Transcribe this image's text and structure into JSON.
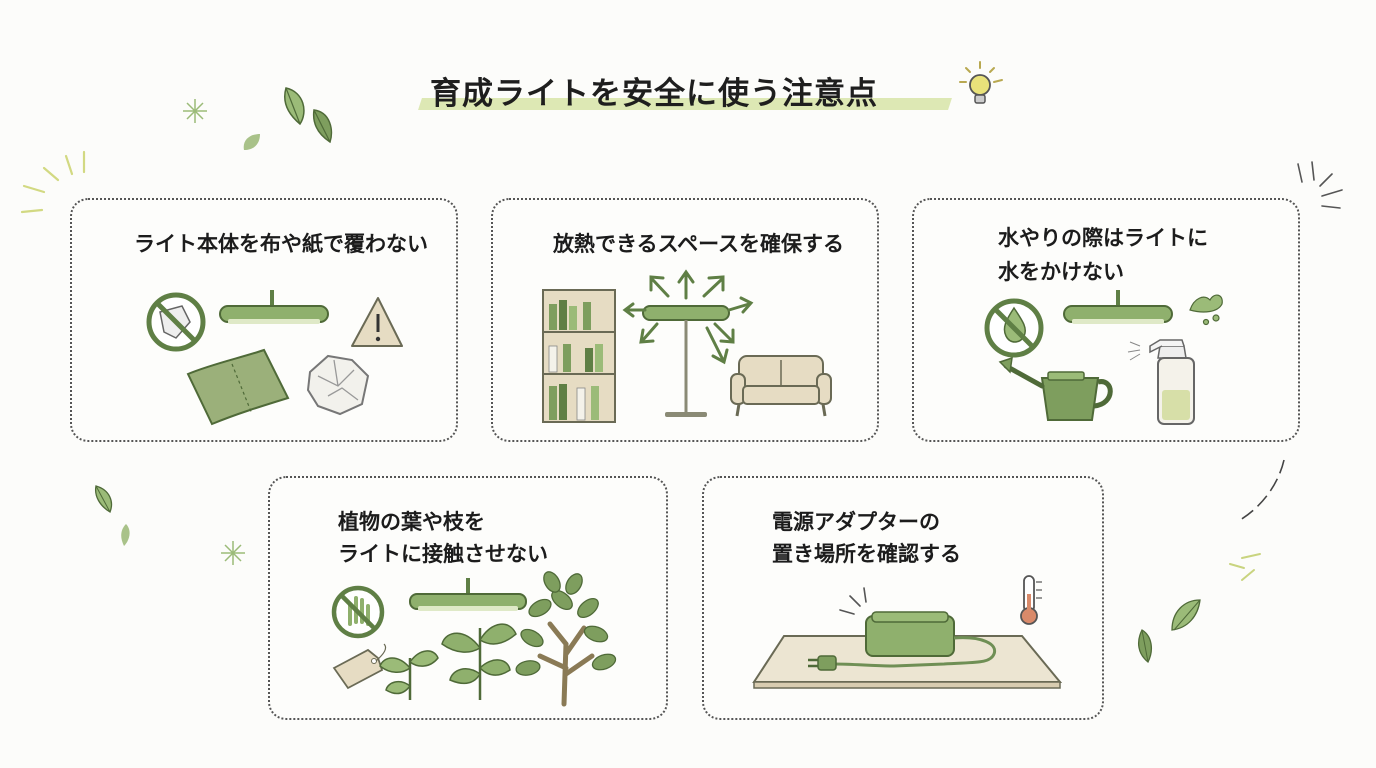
{
  "title": "育成ライトを安全に使う注意点",
  "cards": [
    {
      "title": "ライト本体を布や紙で覆わない"
    },
    {
      "title": "放熱できるスペースを確保する"
    },
    {
      "title_line1": "水やりの際はライトに",
      "title_line2": "水をかけない"
    },
    {
      "title_line1": "植物の葉や枝を",
      "title_line2": "ライトに接触させない"
    },
    {
      "title_line1": "電源アダプターの",
      "title_line2": "置き場所を確認する"
    }
  ],
  "colors": {
    "accent": "#8fb06d",
    "accent_dark": "#5f7f45",
    "highlight": "#dde8b4",
    "beige": "#e6dcc3",
    "text": "#1e1e1e"
  }
}
